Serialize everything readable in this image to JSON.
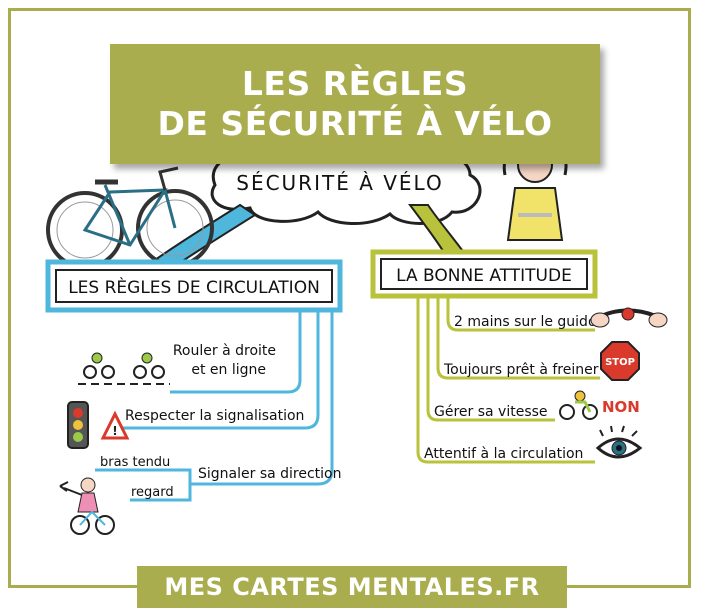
{
  "title": {
    "line1": "LES RÈGLES",
    "line2": "DE SÉCURITÉ À VÉLO"
  },
  "center_bubble": "SÉCURITÉ À VÉLO",
  "left_branch": {
    "heading": "LES RÈGLES DE CIRCULATION",
    "items": [
      {
        "line1": "Rouler à droite",
        "line2": "et en ligne"
      },
      {
        "label": "Respecter la signalisation"
      },
      {
        "label": "Signaler sa direction",
        "sub1": "bras tendu",
        "sub2": "regard"
      }
    ]
  },
  "right_branch": {
    "heading": "LA BONNE ATTITUDE",
    "items": [
      "2 mains sur le guidon",
      "Toujours prêt à freiner",
      "Gérer sa vitesse",
      "Attentif à la circulation"
    ],
    "stop_sign": "STOP",
    "non_label": "NON"
  },
  "footer": "MES CARTES MENTALES.FR",
  "colors": {
    "olive": "#a9ad4d",
    "blue_branch": "#4fb6dc",
    "green_branch": "#b8c23a",
    "stop_red": "#d93a2b",
    "vest_yellow": "#f1e26a"
  }
}
